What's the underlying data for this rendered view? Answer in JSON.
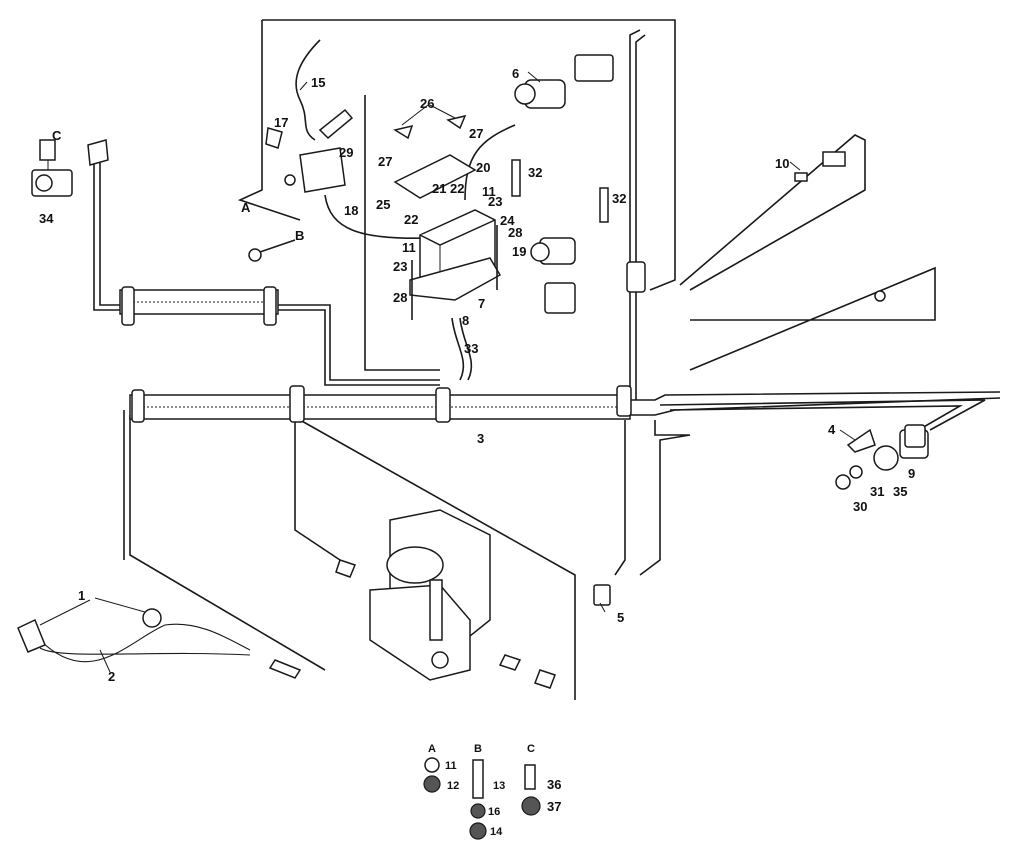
{
  "diagram": {
    "callouts": [
      {
        "id": "c1",
        "text": "1"
      },
      {
        "id": "c2",
        "text": "2"
      },
      {
        "id": "c3",
        "text": "3"
      },
      {
        "id": "c4",
        "text": "4"
      },
      {
        "id": "c5",
        "text": "5"
      },
      {
        "id": "c6",
        "text": "6"
      },
      {
        "id": "c7",
        "text": "7"
      },
      {
        "id": "c8",
        "text": "8"
      },
      {
        "id": "c9",
        "text": "9"
      },
      {
        "id": "c10",
        "text": "10"
      },
      {
        "id": "c11a",
        "text": "11"
      },
      {
        "id": "c11b",
        "text": "11"
      },
      {
        "id": "c15",
        "text": "15"
      },
      {
        "id": "c17",
        "text": "17"
      },
      {
        "id": "c18",
        "text": "18"
      },
      {
        "id": "c19",
        "text": "19"
      },
      {
        "id": "c20",
        "text": "20"
      },
      {
        "id": "c21",
        "text": "21"
      },
      {
        "id": "c22a",
        "text": "22"
      },
      {
        "id": "c22b",
        "text": "22"
      },
      {
        "id": "c23a",
        "text": "23"
      },
      {
        "id": "c23b",
        "text": "23"
      },
      {
        "id": "c24",
        "text": "24"
      },
      {
        "id": "c25",
        "text": "25"
      },
      {
        "id": "c26",
        "text": "26"
      },
      {
        "id": "c27a",
        "text": "27"
      },
      {
        "id": "c27b",
        "text": "27"
      },
      {
        "id": "c28a",
        "text": "28"
      },
      {
        "id": "c28b",
        "text": "28"
      },
      {
        "id": "c29",
        "text": "29"
      },
      {
        "id": "c30",
        "text": "30"
      },
      {
        "id": "c31",
        "text": "31"
      },
      {
        "id": "c32a",
        "text": "32"
      },
      {
        "id": "c32b",
        "text": "32"
      },
      {
        "id": "c33",
        "text": "33"
      },
      {
        "id": "c34",
        "text": "34"
      },
      {
        "id": "c35",
        "text": "35"
      },
      {
        "id": "cA1",
        "text": "A"
      },
      {
        "id": "cB1",
        "text": "B"
      },
      {
        "id": "cC1",
        "text": "C"
      }
    ],
    "legend": {
      "col_a": {
        "head": "A",
        "items": [
          "11",
          "12"
        ]
      },
      "col_b": {
        "head": "B",
        "items": [
          "13",
          "16",
          "14"
        ]
      },
      "col_c": {
        "head": "C",
        "items": [
          "36",
          "37"
        ]
      }
    }
  }
}
